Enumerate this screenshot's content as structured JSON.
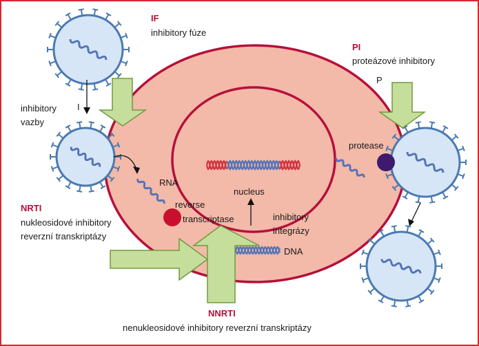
{
  "colors": {
    "frame": "#d8262f",
    "cell_fill": "#f3b9a9",
    "cell_stroke": "#b5103a",
    "virus_fill": "#d6e6f7",
    "virus_stroke": "#4a79b0",
    "arrow_fill": "#c6de9c",
    "arrow_stroke": "#6f9a3f",
    "acronym": "#b5103a",
    "rt_enzyme": "#c8102e",
    "protease_enzyme": "#3d1a6e",
    "dna_red": "#d0333f",
    "dna_blue": "#5574b5"
  },
  "labels": {
    "if_acronym": "IF",
    "if_name": "inhibitory fúze",
    "pi_acronym": "PI",
    "pi_name": "proteázové inhibitory",
    "p_marker": "P",
    "i_marker": "I",
    "binding_line1": "inhibitory",
    "binding_line2": "vazby",
    "nrti_acronym": "NRTI",
    "nrti_line1": "nukleosidové inhibitory",
    "nrti_line2": "reverzní transkriptázy",
    "rna": "RNA",
    "reverse": "reverse",
    "transcriptase": "transcriptase",
    "nucleus": "nucleus",
    "integrase_line1": "inhibitory",
    "integrase_line2": "integrázy",
    "dna": "DNA",
    "protease": "protease",
    "nnrti_acronym": "NNRTI",
    "nnrti_name": "nenukleosidové inhibitory reverzní transkriptázy"
  },
  "icons": [
    "virus-icon",
    "rna-strand-icon",
    "dna-helix-icon",
    "enzyme-icon",
    "block-arrow-icon"
  ]
}
